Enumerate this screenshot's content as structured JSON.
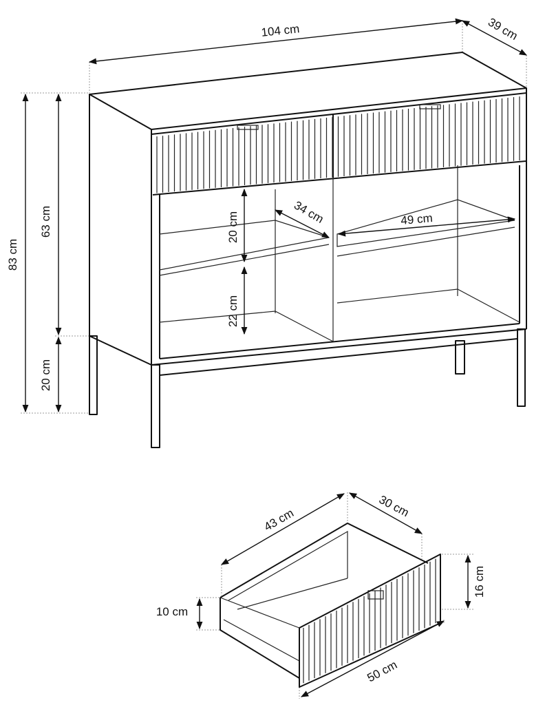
{
  "cabinet": {
    "width": "104 cm",
    "depth": "39 cm",
    "total_height": "83 cm",
    "body_height": "63 cm",
    "leg_height": "20 cm",
    "upper_shelf_height": "20 cm",
    "lower_shelf_height": "22 cm",
    "shelf_depth": "34 cm",
    "shelf_width": "49 cm"
  },
  "drawer": {
    "depth": "43 cm",
    "inner_width": "30 cm",
    "front_height": "16 cm",
    "side_height": "10 cm",
    "front_width": "50 cm"
  },
  "colors": {
    "line": "#111111",
    "guide": "#999999"
  }
}
